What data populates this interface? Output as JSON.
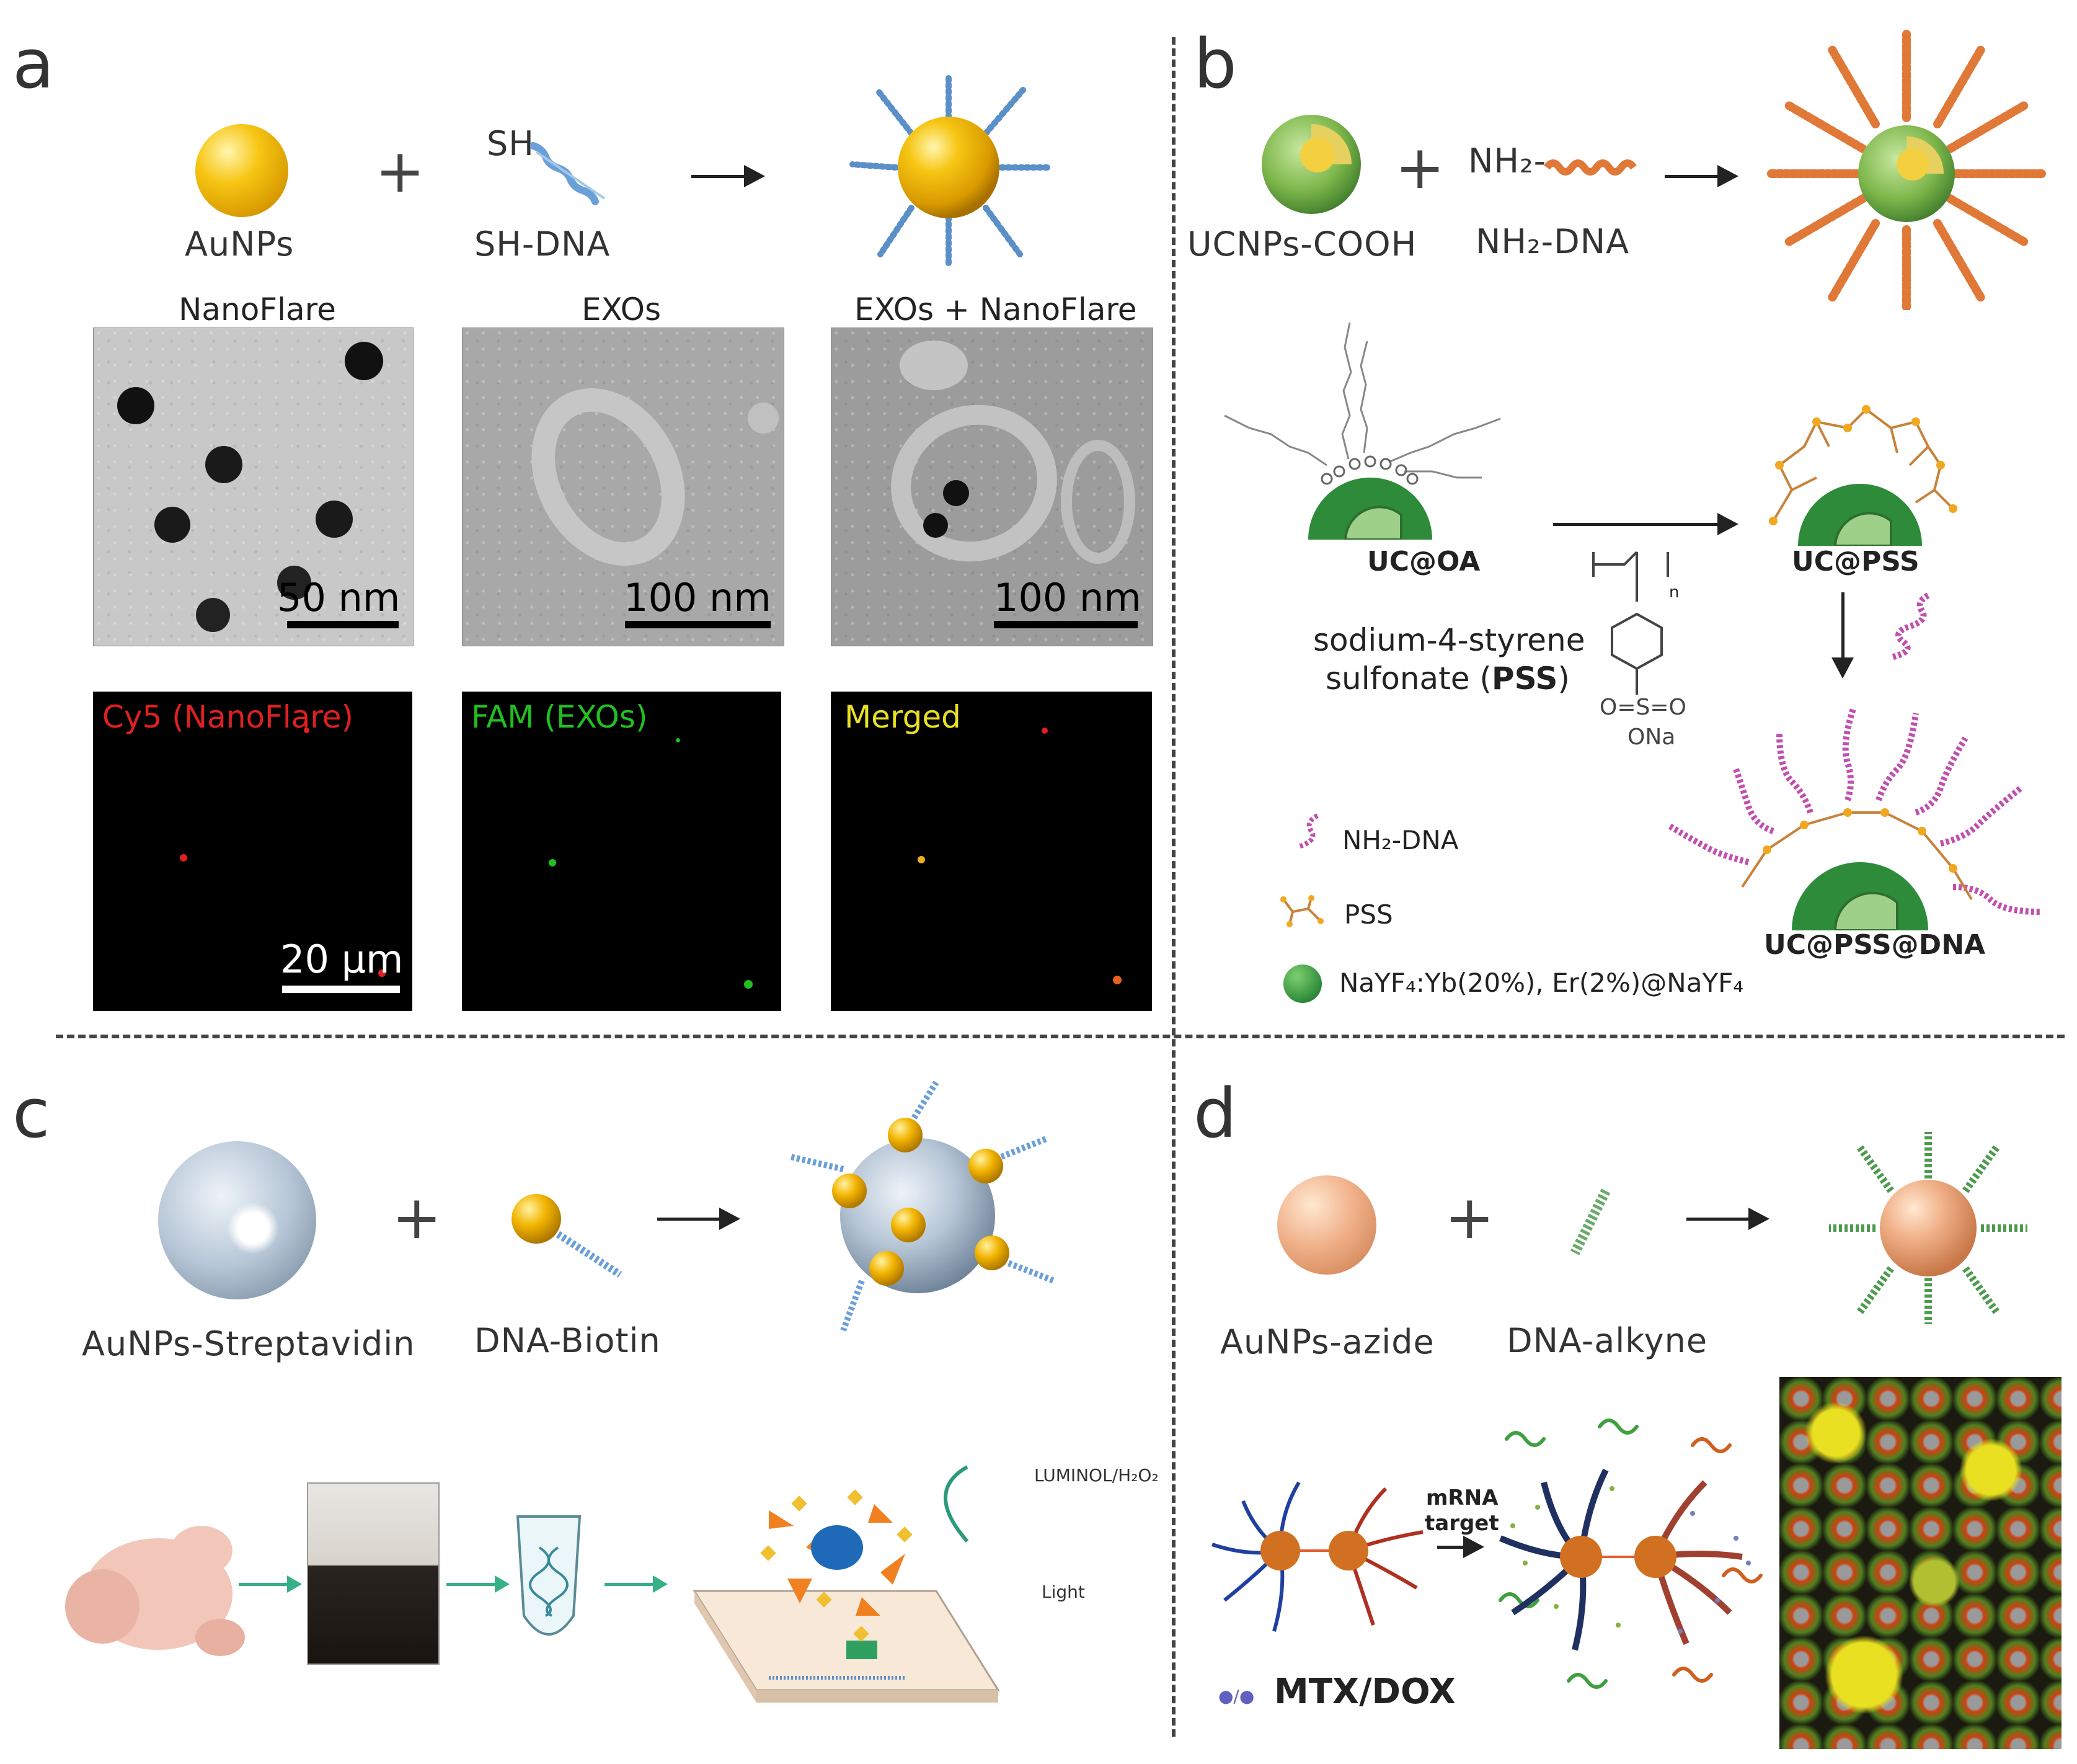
{
  "panels": {
    "a": {
      "letter": "a",
      "reagent1": "AuNPs",
      "reagent2_tag": "SH",
      "reagent2": "SH-DNA",
      "tem_titles": [
        "NanoFlare",
        "EXOs",
        "EXOs + NanoFlare"
      ],
      "tem_scales": [
        "50 nm",
        "100 nm",
        "100 nm"
      ],
      "fluo_titles": [
        "Cy5 (NanoFlare)",
        "FAM (EXOs)",
        "Merged"
      ],
      "fluo_scale": "20 μm"
    },
    "b": {
      "letter": "b",
      "reagent1": "UCNPs-COOH",
      "reagent2_tag": "NH₂-",
      "reagent2": "NH₂-DNA",
      "stage1": "UC@OA",
      "stage2": "UC@PSS",
      "stage3": "UC@PSS@DNA",
      "pss_line1": "sodium-4-styrene",
      "pss_line2": "sulfonate (",
      "pss_abbr": "PSS",
      "pss_close": ")",
      "chem_so": "O=S=O",
      "chem_ona": "ONa",
      "chem_n": "n",
      "legend": [
        "NH₂-DNA",
        "PSS",
        "NaYF₄:Yb(20%), Er(2%)@NaYF₄"
      ]
    },
    "c": {
      "letter": "c",
      "reagent1": "AuNPs-Streptavidin",
      "reagent2": "DNA-Biotin",
      "luminol": "LUMINOL/H₂O₂",
      "light": "Light"
    },
    "d": {
      "letter": "d",
      "reagent1": "AuNPs-azide",
      "reagent2": "DNA-alkyne",
      "mrna": "mRNA",
      "target": "target",
      "drug": "MTX/DOX"
    }
  },
  "colors": {
    "gold": "#f2b400",
    "ucnp_green": "#2e8b3a",
    "pss_orange": "#c8823a",
    "dna_pink": "#c050b0",
    "dna_blue": "#5b8fc8",
    "dna_orange": "#e07838",
    "dna_green": "#4e9a4e",
    "cy5_red": "#e02020",
    "fam_green": "#20c020",
    "merged_yellow": "#e8e020"
  }
}
